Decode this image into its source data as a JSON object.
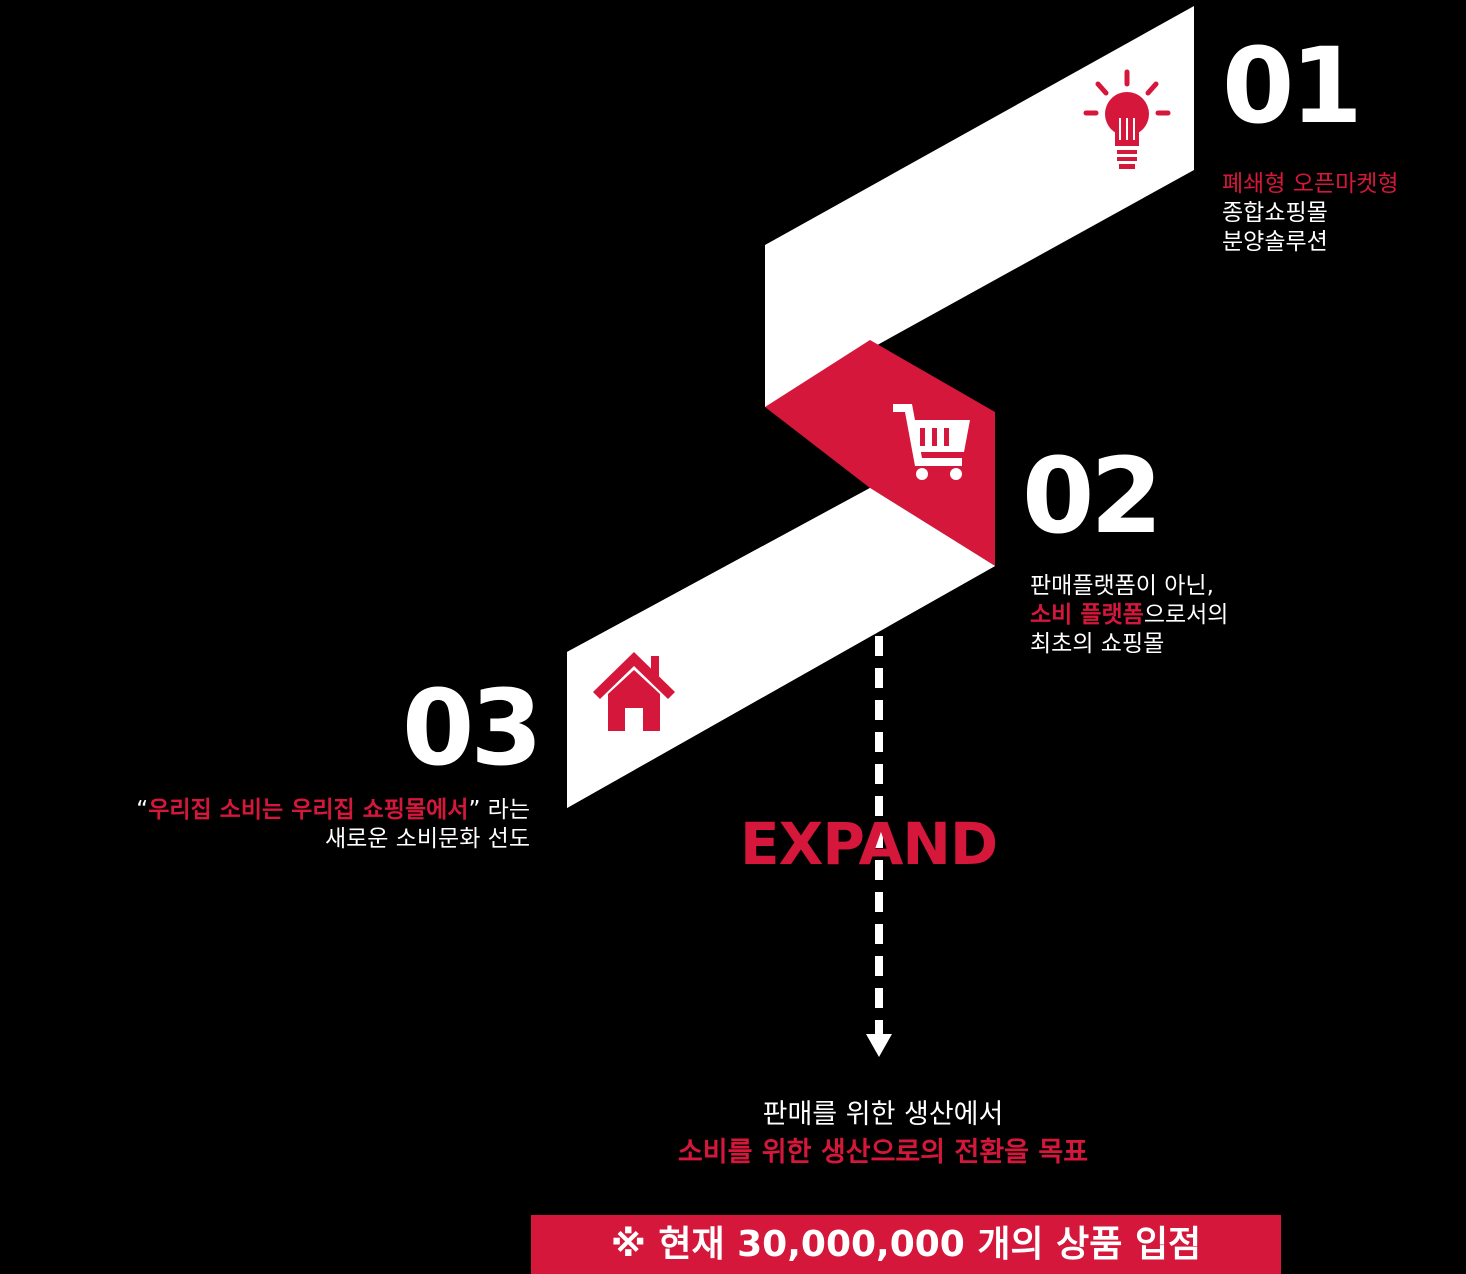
{
  "colors": {
    "accent": "#d4173a",
    "background": "#000000",
    "ribbon": "#ffffff"
  },
  "steps": [
    {
      "number": "01",
      "icon": "lightbulb-icon",
      "lines": [
        {
          "text": "폐쇄형 오픈마켓형",
          "style": "red"
        },
        {
          "text": "종합쇼핑몰",
          "style": "white"
        },
        {
          "text": "분양솔루션",
          "style": "white"
        }
      ]
    },
    {
      "number": "02",
      "icon": "shopping-cart-icon",
      "line1": "판매플랫폼이 아닌,",
      "line2_highlight": "소비 플랫폼",
      "line2_rest": "으로서의",
      "line3": "최초의 쇼핑몰"
    },
    {
      "number": "03",
      "icon": "home-icon",
      "line1_open_quote": "“",
      "line1_highlight": "우리집 소비는 우리집 쇼핑몰에서",
      "line1_close_quote": "” 라는",
      "line2": "새로운 소비문화 선도"
    }
  ],
  "expand_label": "EXPAND",
  "bottom": {
    "line1": "판매를 위한 생산에서",
    "line2": "소비를 위한 생산으로의 전환을 목표"
  },
  "banner": "※ 현재 30,000,000 개의 상품 입점"
}
